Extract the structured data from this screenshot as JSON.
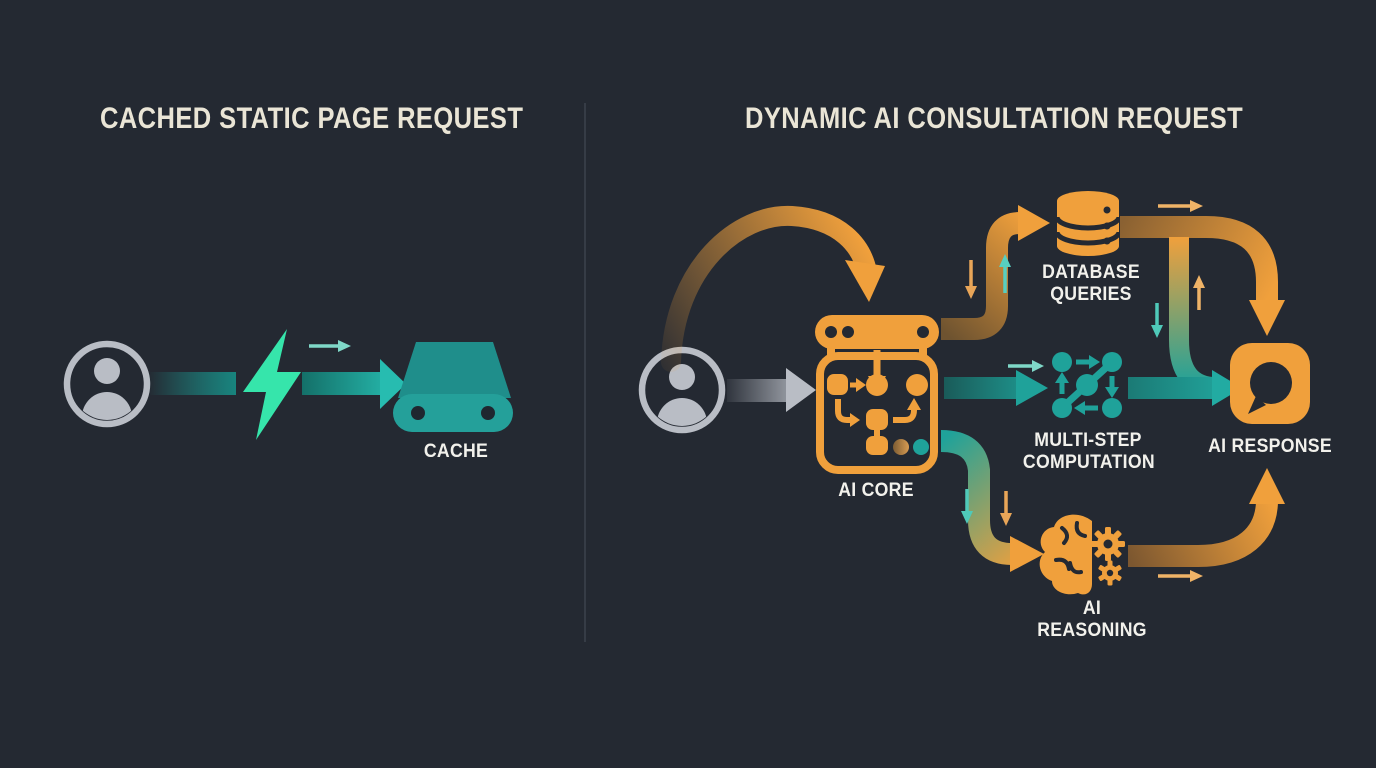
{
  "left_panel": {
    "title": "CACHED STATIC PAGE REQUEST",
    "cache_label": "CACHE"
  },
  "right_panel": {
    "title": "DYNAMIC AI CONSULTATION REQUEST",
    "ai_core_label": "AI CORE",
    "database_label_line1": "DATABASE",
    "database_label_line2": "QUERIES",
    "multistep_label_line1": "MULTI-STEP",
    "multistep_label_line2": "COMPUTATION",
    "reasoning_label": "AI REASONING",
    "response_label": "AI RESPONSE"
  },
  "icons": {
    "user": "person-in-circle",
    "lightning": "lightning-bolt",
    "cache": "storage-drive",
    "ai_core": "workflow-machine",
    "database": "database-cylinder",
    "multistep": "connected-graph-nodes",
    "reasoning": "brain-with-gears",
    "response": "chat-bubble-app"
  },
  "colors": {
    "background": "#242932",
    "divider": "#3b414b",
    "title_text": "#eae5d6",
    "label_text": "#f2f1ec",
    "teal": "#1fa29a",
    "teal_bright": "#27bcb0",
    "mint_lightning": "#36e5ab",
    "orange": "#f0a03c",
    "gray_user": "#b9bdc5",
    "dark_inset": "#1f2730"
  }
}
